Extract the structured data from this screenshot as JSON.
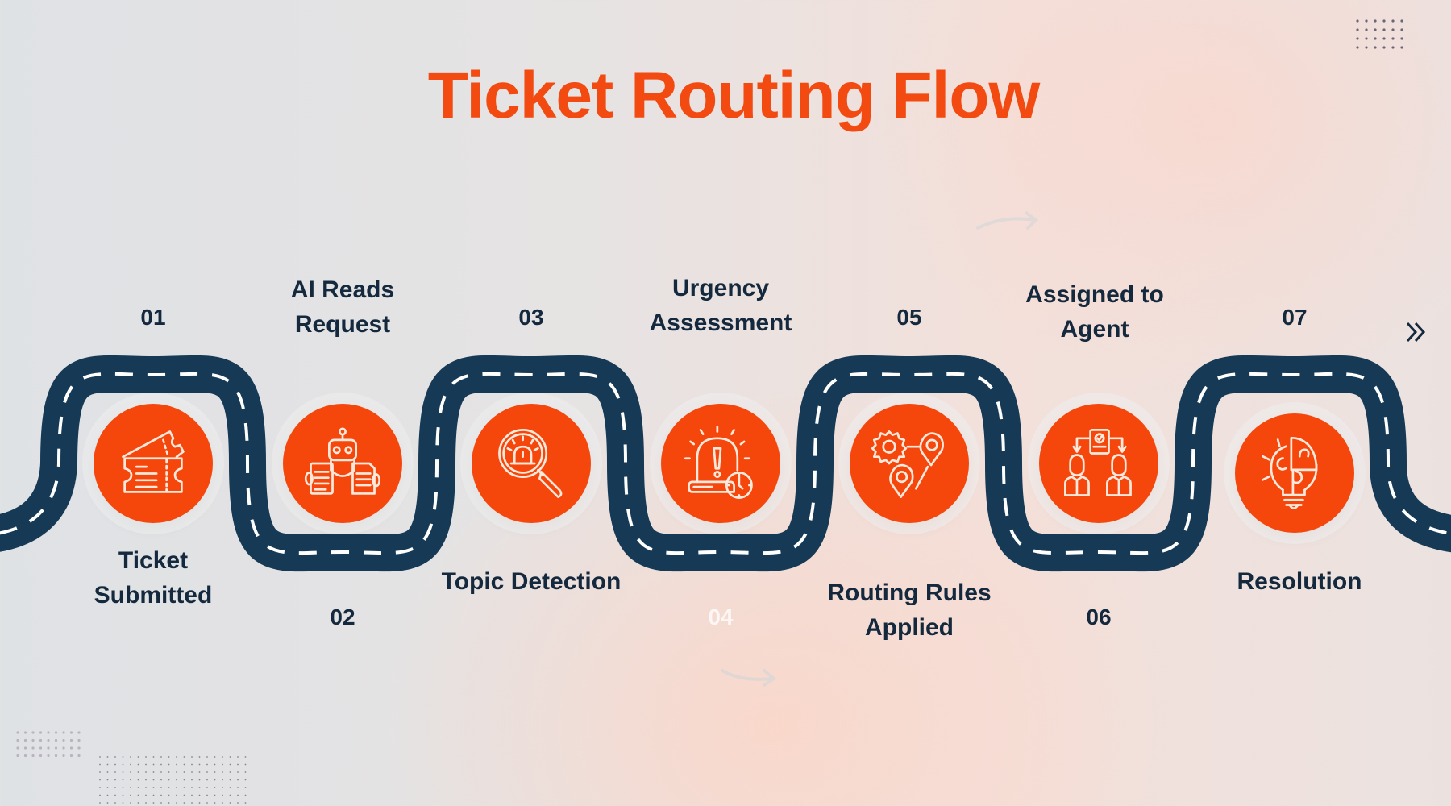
{
  "title": "Ticket Routing Flow",
  "colors": {
    "accent": "#f5460c",
    "road": "#163a55",
    "text": "#14293d",
    "title": "#f24a10"
  },
  "steps": [
    {
      "number": "01",
      "label": "Ticket Submitted",
      "icon": "ticket-icon"
    },
    {
      "number": "02",
      "label": "AI Reads Request",
      "icon": "robot-documents-icon"
    },
    {
      "number": "03",
      "label": "Topic Detection",
      "icon": "magnifier-alarm-icon"
    },
    {
      "number": "04",
      "label": "Urgency Assessment",
      "icon": "alarm-clock-icon"
    },
    {
      "number": "05",
      "label": "Routing Rules Applied",
      "icon": "gear-location-route-icon"
    },
    {
      "number": "06",
      "label": "Assigned to Agent",
      "icon": "document-agents-icon"
    },
    {
      "number": "07",
      "label": "Resolution",
      "icon": "lightbulb-puzzle-icon"
    }
  ],
  "next_icon": "double-chevron-right-icon"
}
